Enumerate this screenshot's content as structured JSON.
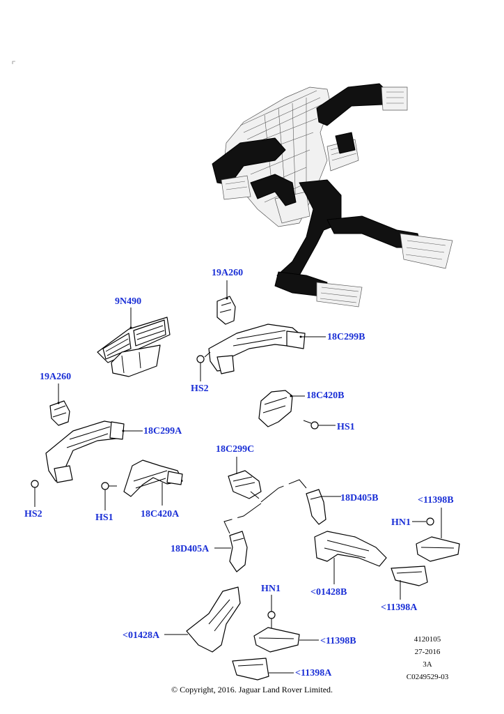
{
  "colors": {
    "label": "#1a2fd6",
    "ink": "#000000",
    "duct": "#111111"
  },
  "labels": {
    "p19a260_top": "19A260",
    "p9n490": "9N490",
    "p18c299b": "18C299B",
    "p19a260_left": "19A260",
    "hs2_top": "HS2",
    "p18c420b": "18C420B",
    "hs1_right": "HS1",
    "p18c299a": "18C299A",
    "p18c299c": "18C299C",
    "hs2_left": "HS2",
    "hs1_left": "HS1",
    "p18c420a": "18C420A",
    "p18d405b": "18D405B",
    "p11398b_top": "<11398B",
    "hn1_top": "HN1",
    "p18d405a": "18D405A",
    "p01428b": "<01428B",
    "p11398a_top": "<11398A",
    "hn1_bottom": "HN1",
    "p01428a": "<01428A",
    "p11398b_bottom": "<11398B",
    "p11398a_bottom": "<11398A"
  },
  "illustration": {
    "number": "4120105",
    "date": "27-2016",
    "revision": "3A",
    "code": "C0249529-03"
  },
  "copyright": "© Copyright, 2016. Jaguar Land Rover Limited."
}
